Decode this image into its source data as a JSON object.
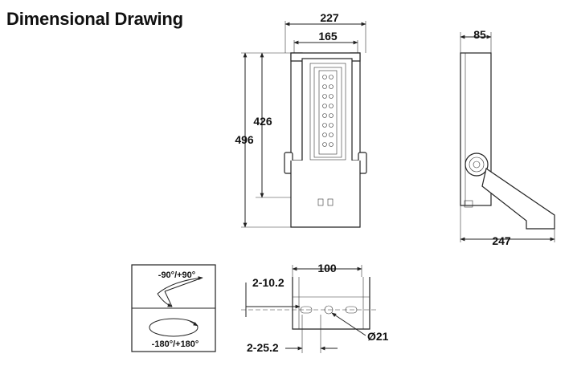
{
  "title": "Dimensional Drawing",
  "front_view": {
    "dims": {
      "width_outer": "227",
      "width_inner": "165",
      "height_inner": "426",
      "height_outer": "496"
    }
  },
  "side_view": {
    "dims": {
      "depth": "85",
      "length": "247"
    }
  },
  "rotation_box": {
    "tilt_label": "-90°/+90°",
    "rotate_label": "-180°/+180°"
  },
  "bracket_view": {
    "dims": {
      "slot_spacing": "100",
      "slot_top": "2-10.2",
      "slot_bottom": "2-25.2",
      "hole_diameter": "Ø21"
    }
  }
}
